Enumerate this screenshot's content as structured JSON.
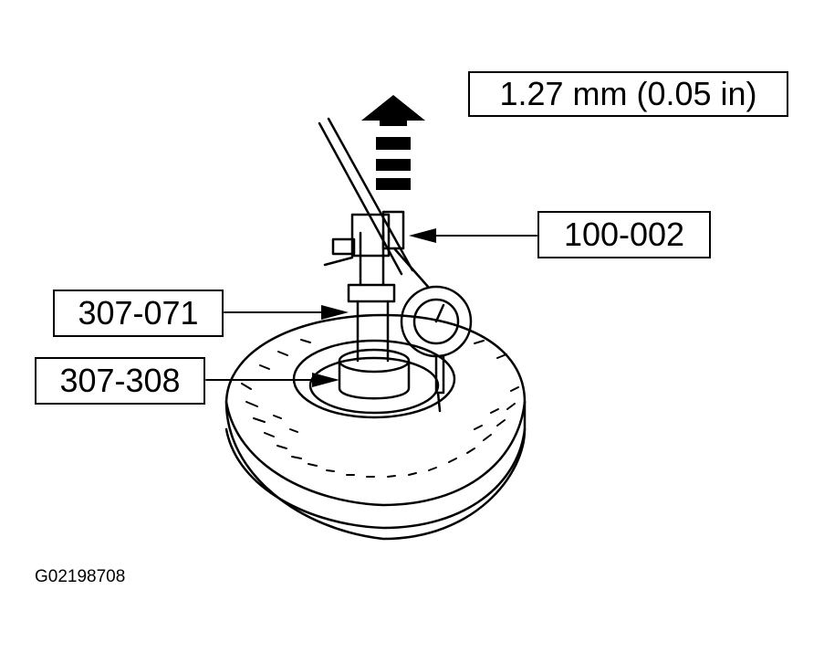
{
  "labels": {
    "lift_spec": "1.27 mm (0.05 in)",
    "tool_dial_indicator": "100-002",
    "tool_puller": "307-071",
    "tool_adapter": "307-308"
  },
  "figure_id": "G02198708",
  "colors": {
    "line": "#000000",
    "background": "#ffffff"
  },
  "icons": {
    "lift_direction": "dashed-up-arrow-icon"
  }
}
